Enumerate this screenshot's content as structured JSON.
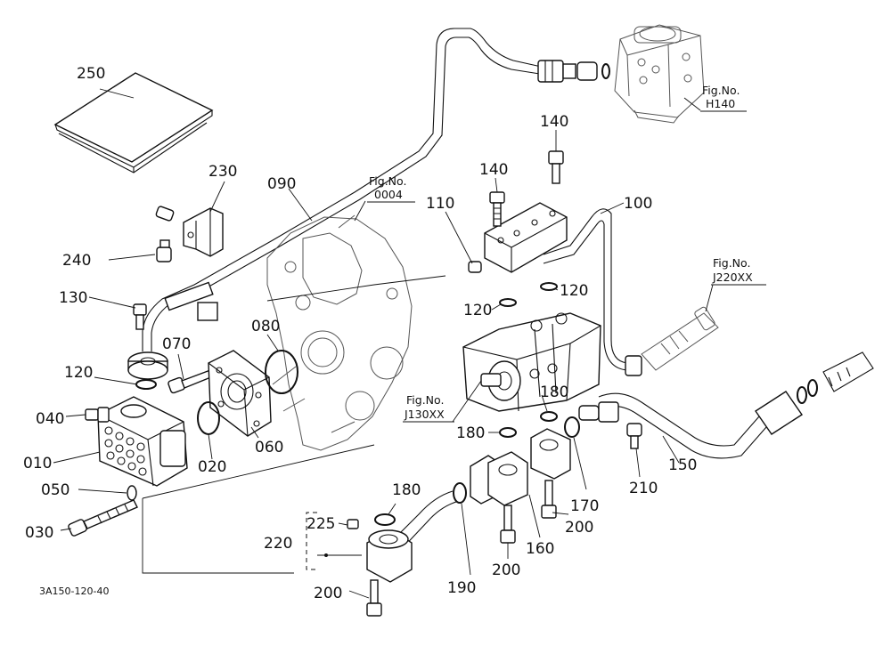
{
  "labels": {
    "p010": "010",
    "p020": "020",
    "p030": "030",
    "p040": "040",
    "p050": "050",
    "p060": "060",
    "p070": "070",
    "p080": "080",
    "p090": "090",
    "p100": "100",
    "p110": "110",
    "p120a": "120",
    "p120b": "120",
    "p120c": "120",
    "p130": "130",
    "p140a": "140",
    "p140b": "140",
    "p150": "150",
    "p160": "160",
    "p170": "170",
    "p180a": "180",
    "p180b": "180",
    "p180c": "180",
    "p190": "190",
    "p200a": "200",
    "p200b": "200",
    "p200c": "200",
    "p210": "210",
    "p220": "220",
    "p225": "225",
    "p230": "230",
    "p240": "240",
    "p250": "250"
  },
  "references": {
    "fig_0004": {
      "line1": "Fig.No.",
      "line2": "0004"
    },
    "fig_h140": {
      "line1": "Fig.No.",
      "line2": "H140"
    },
    "fig_j220xx": {
      "line1": "Fig.No.",
      "line2": "J220XX"
    },
    "fig_j130xx": {
      "line1": "Fig.No.",
      "line2": "J130XX"
    }
  },
  "drawing_code": "3A150-120-40"
}
